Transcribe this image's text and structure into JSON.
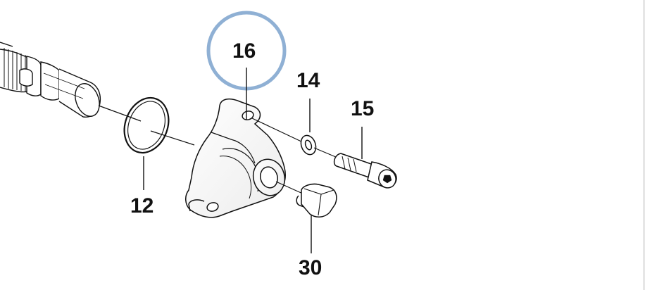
{
  "callouts": {
    "part_16": "16",
    "part_14": "14",
    "part_15": "15",
    "part_12": "12",
    "part_30": "30"
  },
  "highlight": {
    "part": "16",
    "color": "#8fb0d4"
  },
  "colors": {
    "line": "#111111",
    "background": "#ffffff"
  }
}
